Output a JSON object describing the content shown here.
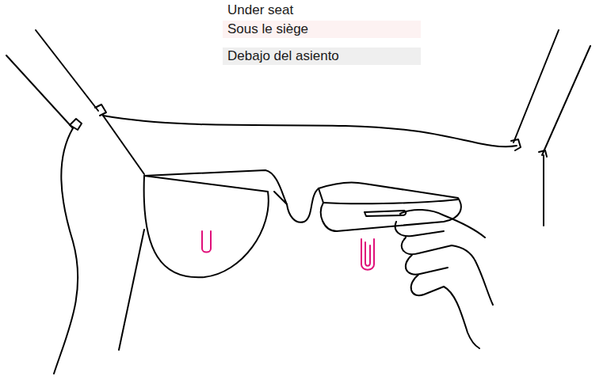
{
  "diagram": {
    "labels": [
      "Under seat",
      "Sous le siège",
      "Debajo del asiento"
    ]
  }
}
